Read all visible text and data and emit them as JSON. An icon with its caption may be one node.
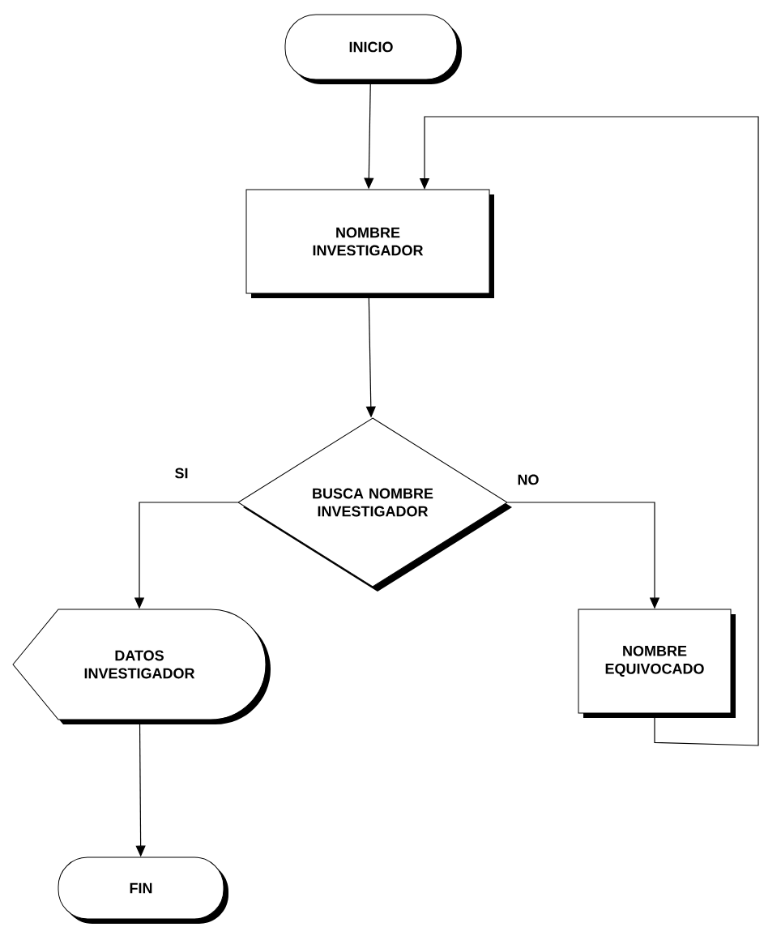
{
  "diagram": {
    "nodes": [
      {
        "text": [
          "INICIO"
        ]
      },
      {
        "text": [
          "NOMBRE INVESTIGADOR"
        ]
      },
      {
        "text": [
          "BUSCA NOMBRE INVESTIGADOR"
        ]
      },
      {
        "text": [
          "DATOS INVESTIGADOR"
        ]
      },
      {
        "text": [
          "NOMBRE EQUIVOCADO"
        ]
      },
      {
        "text": [
          "FIN"
        ]
      }
    ],
    "edges": [
      {
        "from": 0,
        "to": 1,
        "arrow": "to"
      },
      {
        "from": 1,
        "to": 2,
        "arrow": "to"
      },
      {
        "from": 2,
        "to": 3,
        "arrow": "to",
        "label": "SI"
      },
      {
        "from": 2,
        "to": 4,
        "arrow": "to",
        "label": "NO"
      },
      {
        "from": 3,
        "to": 5,
        "arrow": "to"
      },
      {
        "from": 4,
        "to": 1,
        "arrow": "to"
      }
    ]
  }
}
